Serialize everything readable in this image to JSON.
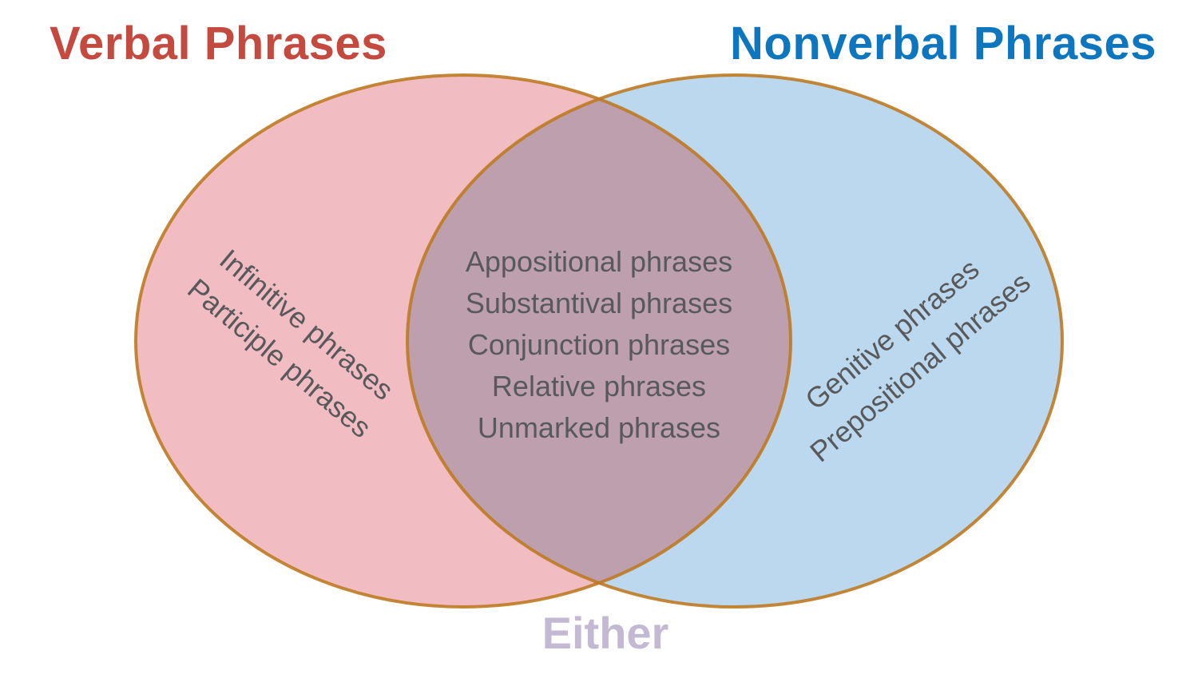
{
  "diagram": {
    "left_title": "Verbal Phrases",
    "right_title": "Nonverbal Phrases",
    "bottom_label": "Either",
    "left_region": {
      "items": [
        "Infinitive phrases",
        "Participle phrases"
      ]
    },
    "overlap_region": {
      "items": [
        "Appositional phrases",
        "Substantival phrases",
        "Conjunction phrases",
        "Relative phrases",
        "Unmarked phrases"
      ]
    },
    "right_region": {
      "items": [
        "Genitive phrases",
        "Prepositional phrases"
      ]
    },
    "colors": {
      "background": "#FFFFFF",
      "left_fill": "#F1BDC3",
      "right_fill": "#BCD8EE",
      "overlap_fill": "#BD9FAE",
      "circle_outline": "#BE7A22",
      "left_title_text": "#C4493F",
      "right_title_text": "#0D76BE",
      "bottom_label_text": "#C3B9D3",
      "item_text": "#58595B"
    }
  }
}
